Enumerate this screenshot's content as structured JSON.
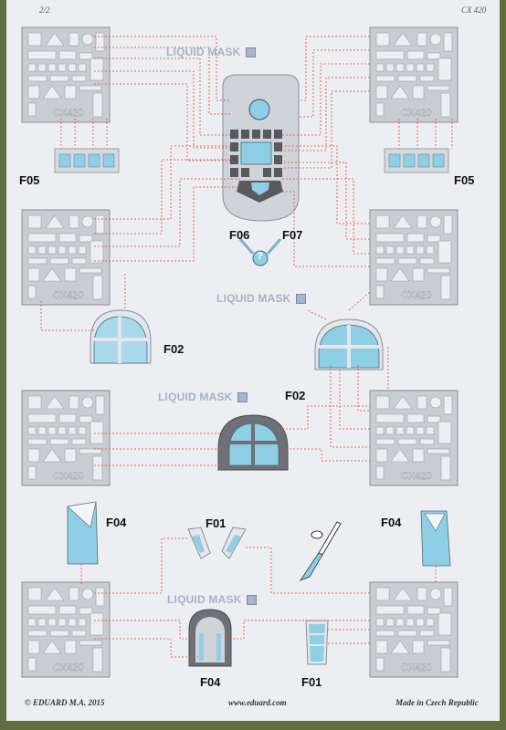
{
  "header": {
    "page": "2/2",
    "code": "CX 420"
  },
  "labels": {
    "f05": "F05",
    "f06": "F06",
    "f07": "F07",
    "f02": "F02",
    "f04": "F04",
    "f01": "F01",
    "help": "?"
  },
  "mask_label": "LIQUID MASK",
  "fret_code": "CX 420",
  "footer": {
    "left": "© EDUARD  M.A. 2015",
    "center": "www.eduard.com",
    "right": "Made in Czech Republic"
  },
  "colors": {
    "mask_blue": "#8ecfe6",
    "fret_grey": "#c9ccd0",
    "guide_red": "#e04a3a",
    "background": "#5f6f40"
  }
}
